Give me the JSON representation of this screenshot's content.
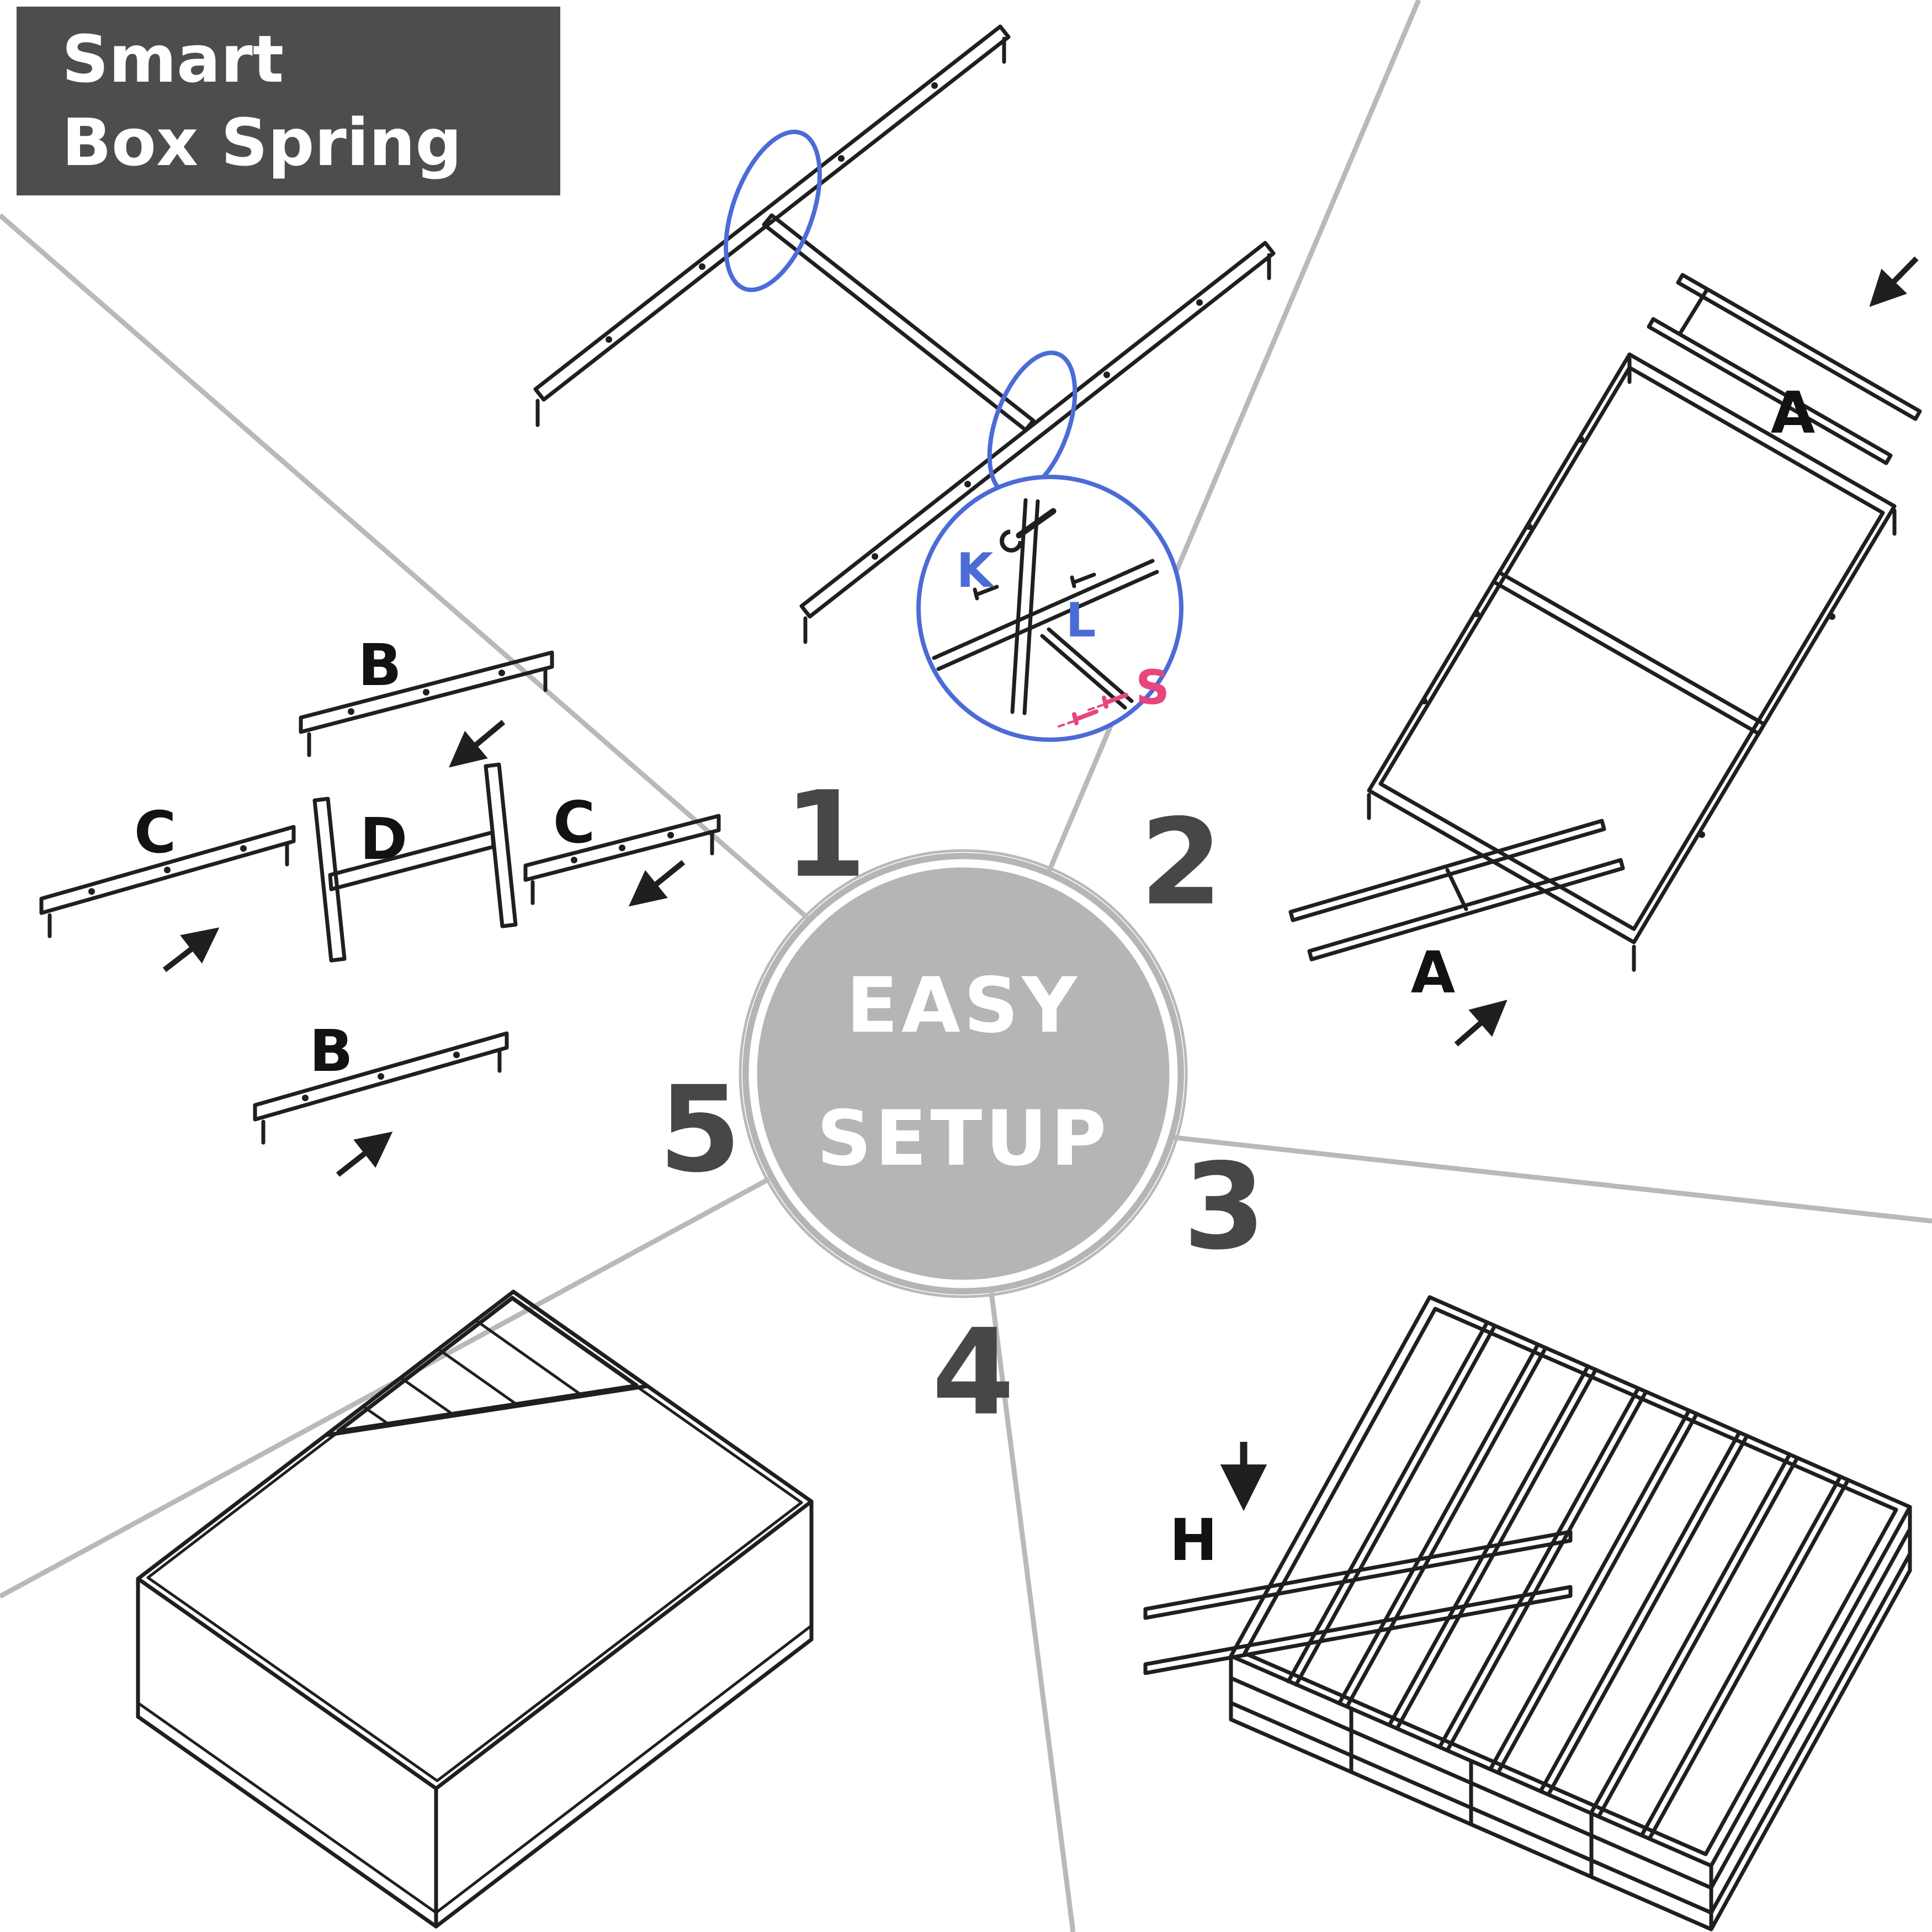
{
  "title_badge": {
    "line1": "Smart",
    "line2": "Box Spring"
  },
  "center_badge": {
    "line1": "EASY",
    "line2": "SETUP"
  },
  "step_numbers": {
    "step1": "1",
    "step2": "2",
    "step3": "3",
    "step4": "4",
    "step5": "5"
  },
  "part_labels": {
    "step5_b_top": "B",
    "step5_c_left": "C",
    "step5_d_center": "D",
    "step5_c_right": "C",
    "step5_b_bottom": "B",
    "step2_a_top": "A",
    "step2_a_bottom": "A",
    "step1_k": "K",
    "step1_l": "L",
    "step1_s": "S",
    "step3_h": "H"
  },
  "colors": {
    "background": "#ffffff",
    "badge_bg": "#4d4d4d",
    "badge_text": "#ffffff",
    "circle_fill": "#b5b5b5",
    "circle_ring": "#ffffff",
    "circle_text": "#ffffff",
    "step_number_color": "#474747",
    "divider_color": "#b9b9b9",
    "line_art_color": "#1f1f1f",
    "highlight_blue": "#4b6bd6",
    "hardware_pink": "#e8457f"
  }
}
